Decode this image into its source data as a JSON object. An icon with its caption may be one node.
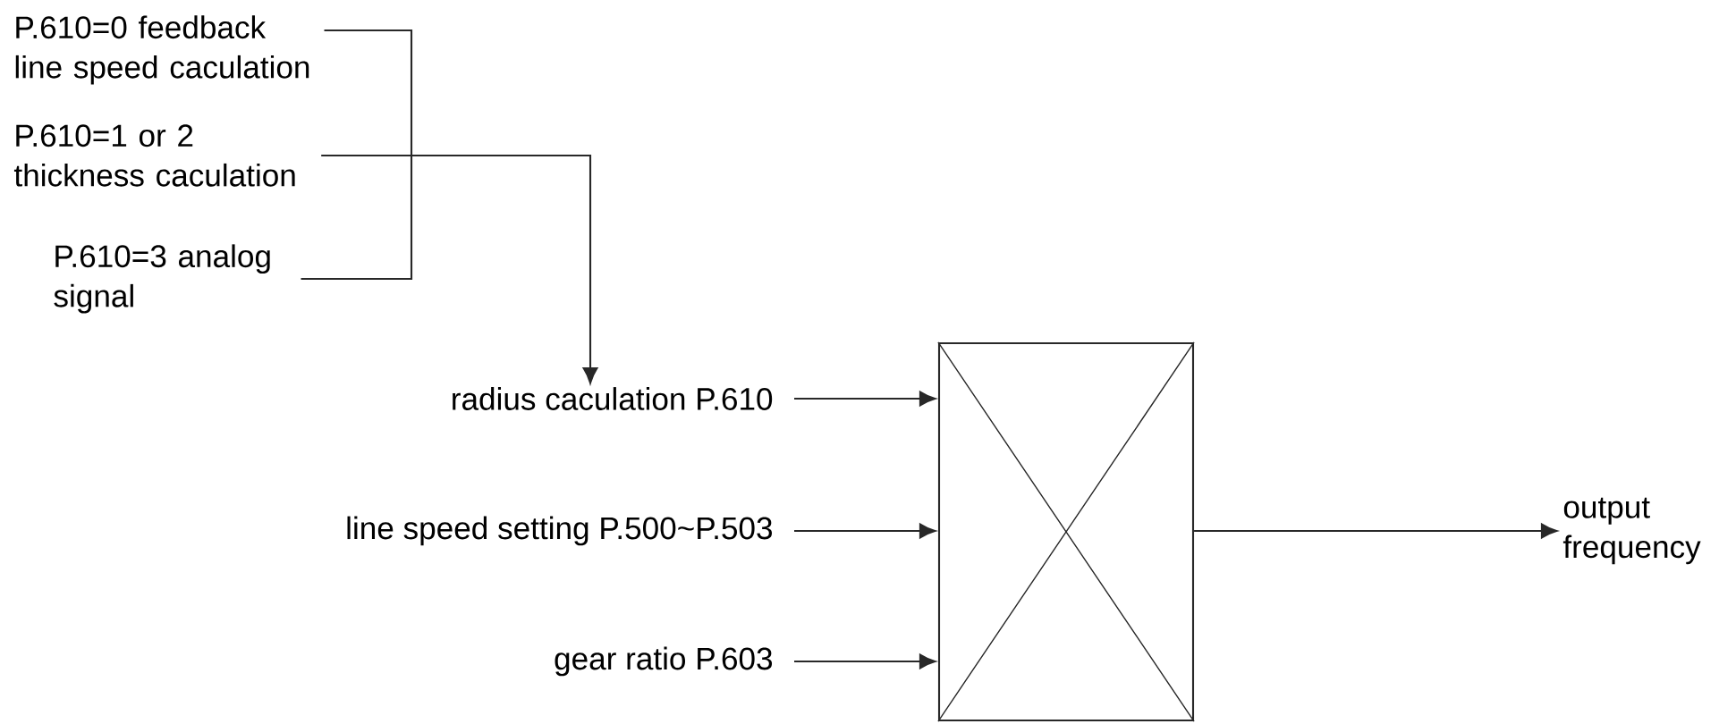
{
  "diagram": {
    "nodes": [
      {
        "text": [
          "P.610=0 feedback line speed caculation"
        ]
      },
      {
        "text": [
          "P.610=1 or 2 thickness caculation"
        ]
      },
      {
        "text": [
          "P.610=3 analog signal"
        ]
      },
      {
        "text": [
          "radius caculation P.610"
        ]
      },
      {
        "text": [
          "line speed setting P.500~P.503"
        ]
      },
      {
        "text": [
          "gear ratio P.603"
        ]
      },
      {
        "text": [],
        "shape": "box"
      },
      {
        "text": [
          "output frequency"
        ]
      }
    ],
    "edges": [
      {
        "from": 0,
        "to": 2,
        "arrow": "none"
      },
      {
        "from": 1,
        "to": 3,
        "arrow": "to"
      },
      {
        "from": 3,
        "to": 6,
        "arrow": "to"
      },
      {
        "from": 4,
        "to": 6,
        "arrow": "to"
      },
      {
        "from": 5,
        "to": 6,
        "arrow": "to"
      },
      {
        "from": 6,
        "to": 7,
        "arrow": "to"
      }
    ]
  }
}
